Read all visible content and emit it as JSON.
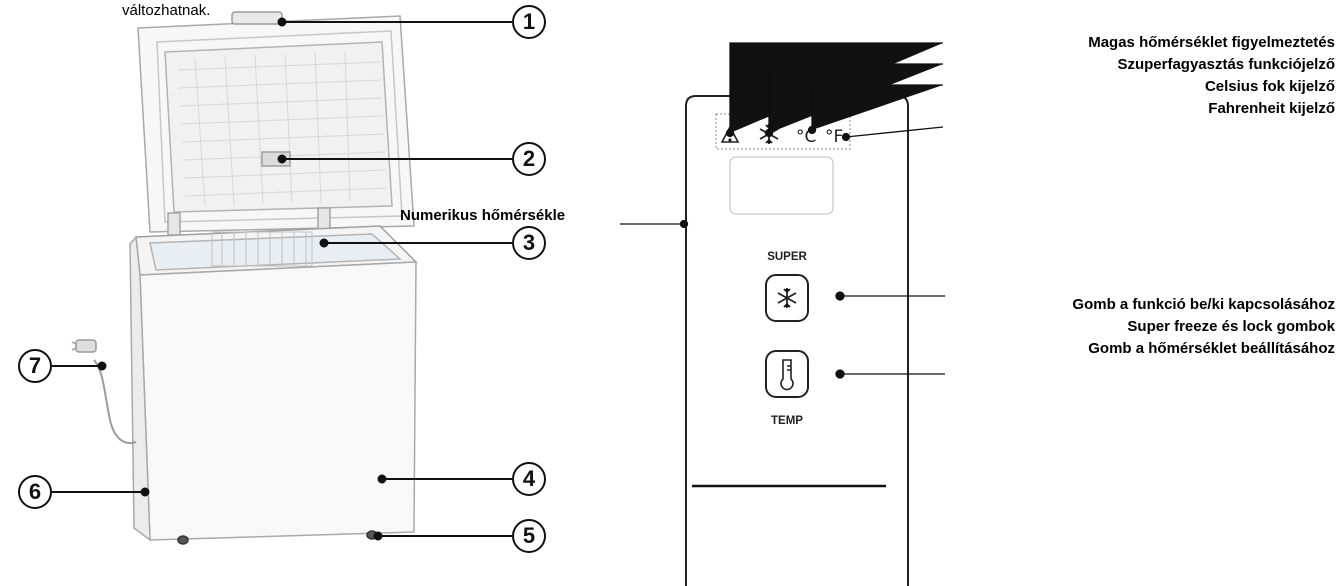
{
  "top_note": "változhatnak.",
  "callouts": [
    "1",
    "2",
    "3",
    "4",
    "5",
    "6",
    "7"
  ],
  "panel": {
    "indicator_labels": {
      "high_temp_warning": "Magas hőmérséklet figyelmeztetés",
      "super_freeze_indicator": "Szuperfagyasztás funkciójelző",
      "celsius_indicator": "Celsius fok kijelző",
      "fahrenheit_indicator": "Fahrenheit kijelző"
    },
    "numeric_display_label": "Numerikus hőmérsékle",
    "unit_celsius": "°C",
    "unit_fahrenheit": "°F",
    "super_button_text": "SUPER",
    "temp_button_text": "TEMP",
    "button_labels": {
      "function_toggle": "Gomb a funkció be/ki kapcsolásához",
      "super_freeze_lock": "Super freeze és lock gombok",
      "temperature_set": "Gomb a hőmérséklet beállításához"
    }
  },
  "icons": [
    "warning-triangle-icon",
    "snowflake-icon",
    "thermometer-icon",
    "power-plug-icon"
  ]
}
